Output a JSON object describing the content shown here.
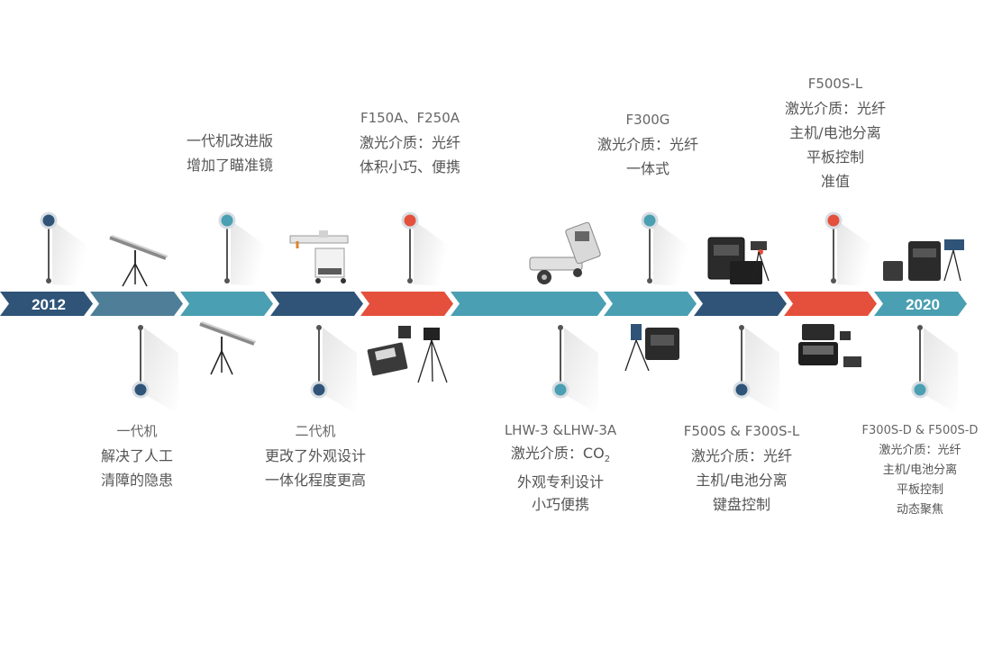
{
  "timeline": {
    "start_year": "2012",
    "end_year": "2020",
    "colors": {
      "navy": "#2f5478",
      "teal": "#4a9fb2",
      "red": "#e4503c",
      "pin_stem": "#555555"
    }
  },
  "milestones_top": [
    {
      "lines": [
        "一代机改进版",
        "增加了瞄准镜"
      ],
      "pin_color": "teal"
    },
    {
      "title": "F150A、F250A",
      "lines": [
        "激光介质：光纤",
        "体积小巧、便携"
      ],
      "pin_color": "red"
    },
    {
      "title": "F300G",
      "lines": [
        "激光介质：光纤",
        "一体式"
      ],
      "pin_color": "teal"
    },
    {
      "title": "F500S-L",
      "lines": [
        "激光介质：光纤",
        "主机/电池分离",
        "平板控制",
        "准值"
      ],
      "pin_color": "red"
    }
  ],
  "milestones_top_first": {
    "pin_color": "navy"
  },
  "milestones_bottom": [
    {
      "title": "一代机",
      "lines": [
        "解决了人工",
        "清障的隐患"
      ],
      "pin_color": "navy"
    },
    {
      "title": "二代机",
      "lines": [
        "更改了外观设计",
        "一体化程度更高"
      ],
      "pin_color": "navy"
    },
    {
      "title": "LHW-3 &LHW-3A",
      "lines": [
        "激光介质：CO",
        "外观专利设计",
        "小巧便携"
      ],
      "subscript": "2",
      "pin_color": "teal"
    },
    {
      "title": "F500S & F300S-L",
      "lines": [
        "激光介质：光纤",
        "主机/电池分离",
        "键盘控制"
      ],
      "pin_color": "navy"
    },
    {
      "title": "F300S-D & F500S-D",
      "lines": [
        "激光介质：光纤",
        "主机/电池分离",
        "平板控制",
        "动态聚焦"
      ],
      "pin_color": "teal"
    }
  ],
  "icons": [
    "tripod-rail-device-icon",
    "rail-device-with-scope-icon",
    "cart-laser-machine-icon",
    "cart-laser-head-icon",
    "case-and-tripod-icon",
    "tripod-and-case-icon",
    "open-cases-with-camera-icon",
    "case-with-tablet-icon",
    "cases-with-tripod-icon"
  ]
}
